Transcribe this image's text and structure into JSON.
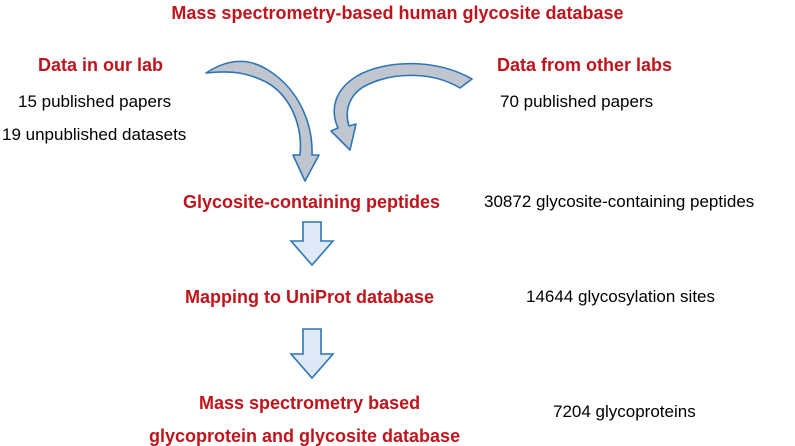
{
  "title": "Mass spectrometry-based  human glycosite  database",
  "sources": {
    "our_lab": {
      "heading": "Data in our lab",
      "lines": [
        "15 published papers",
        "19 unpublished datasets"
      ]
    },
    "other_labs": {
      "heading": "Data from other labs",
      "lines": [
        "70 published papers"
      ]
    }
  },
  "steps": [
    {
      "label": "Glycosite-containing peptides",
      "result": "30872 glycosite-containing peptides"
    },
    {
      "label": "Mapping to UniProt database",
      "result": "14644 glycosylation sites"
    },
    {
      "label_lines": [
        "Mass spectrometry based",
        "glycoprotein and glycosite database"
      ],
      "result": "7204 glycoproteins"
    }
  ],
  "colors": {
    "heading_red": "#c0141c",
    "arrow_outline": "#2e75b6",
    "arrow_fill": "#dde9f5",
    "curved_arrow_fill": "#bfc6cf"
  }
}
